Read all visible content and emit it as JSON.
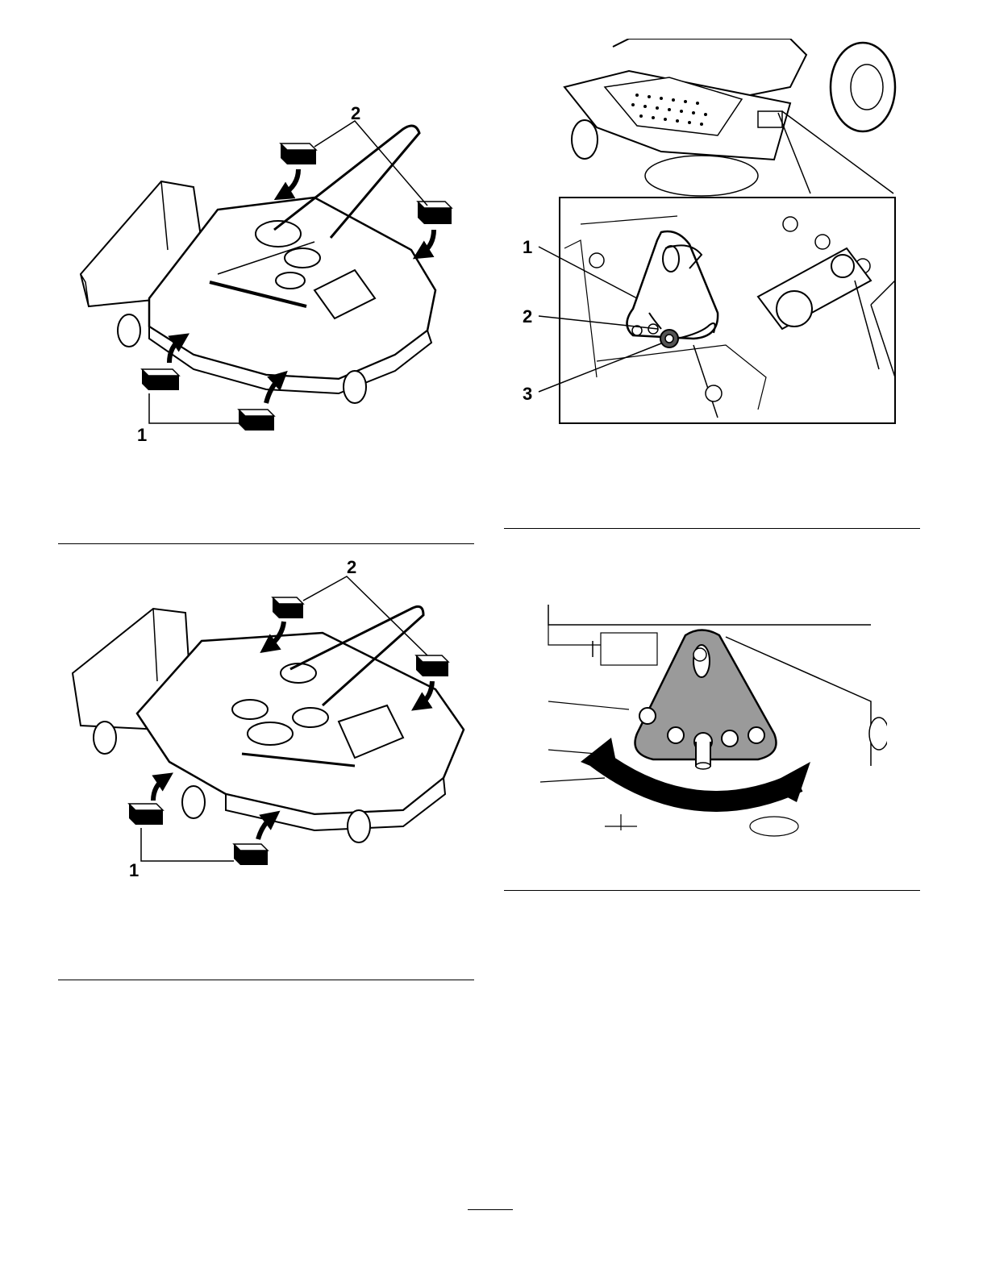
{
  "figures": [
    {
      "callouts": [
        "1",
        "2"
      ]
    },
    {
      "callouts": [
        "1",
        "2",
        "3"
      ]
    },
    {
      "callouts": [
        "1",
        "2"
      ]
    },
    {
      "callouts": []
    }
  ]
}
